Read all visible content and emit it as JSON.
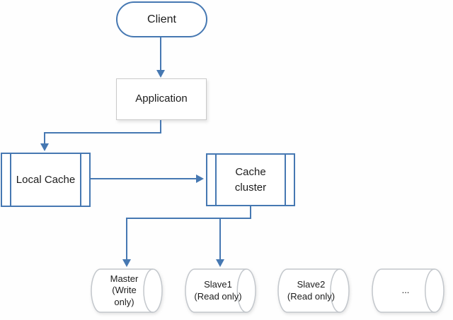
{
  "diagram": {
    "background": "#ffffff",
    "colors": {
      "connector_blue": "#4678b2",
      "blue_shape_border": "#4678b2",
      "gray_shape_border": "#c9c9c9",
      "cylinder_border": "#c3c7cc",
      "text": "#1c1c1c"
    },
    "nodes": {
      "client": {
        "label": "Client",
        "shape": "stadium"
      },
      "application": {
        "label": "Application",
        "shape": "rectangle"
      },
      "local_cache": {
        "label": "Local Cache",
        "shape": "predefined-process"
      },
      "cache_cluster": {
        "label": "Cache\ncluster",
        "shape": "predefined-process"
      },
      "master": {
        "label": "Master\n(Write\nonly)",
        "shape": "cylinder"
      },
      "slave1": {
        "label": "Slave1\n(Read only)",
        "shape": "cylinder"
      },
      "slave2": {
        "label": "Slave2\n(Read only)",
        "shape": "cylinder"
      },
      "more": {
        "label": "...",
        "shape": "cylinder"
      }
    },
    "edges": [
      {
        "from": "Client",
        "to": "Application",
        "arrow": true
      },
      {
        "from": "Application",
        "to": "Local Cache",
        "arrow": true
      },
      {
        "from": "Local Cache",
        "to": "Cache cluster",
        "arrow": true
      },
      {
        "from": "Cache cluster",
        "to": "Master (Write only)",
        "arrow": true
      },
      {
        "from": "Cache cluster",
        "to": "Slave1 (Read only)",
        "arrow": true
      }
    ]
  }
}
